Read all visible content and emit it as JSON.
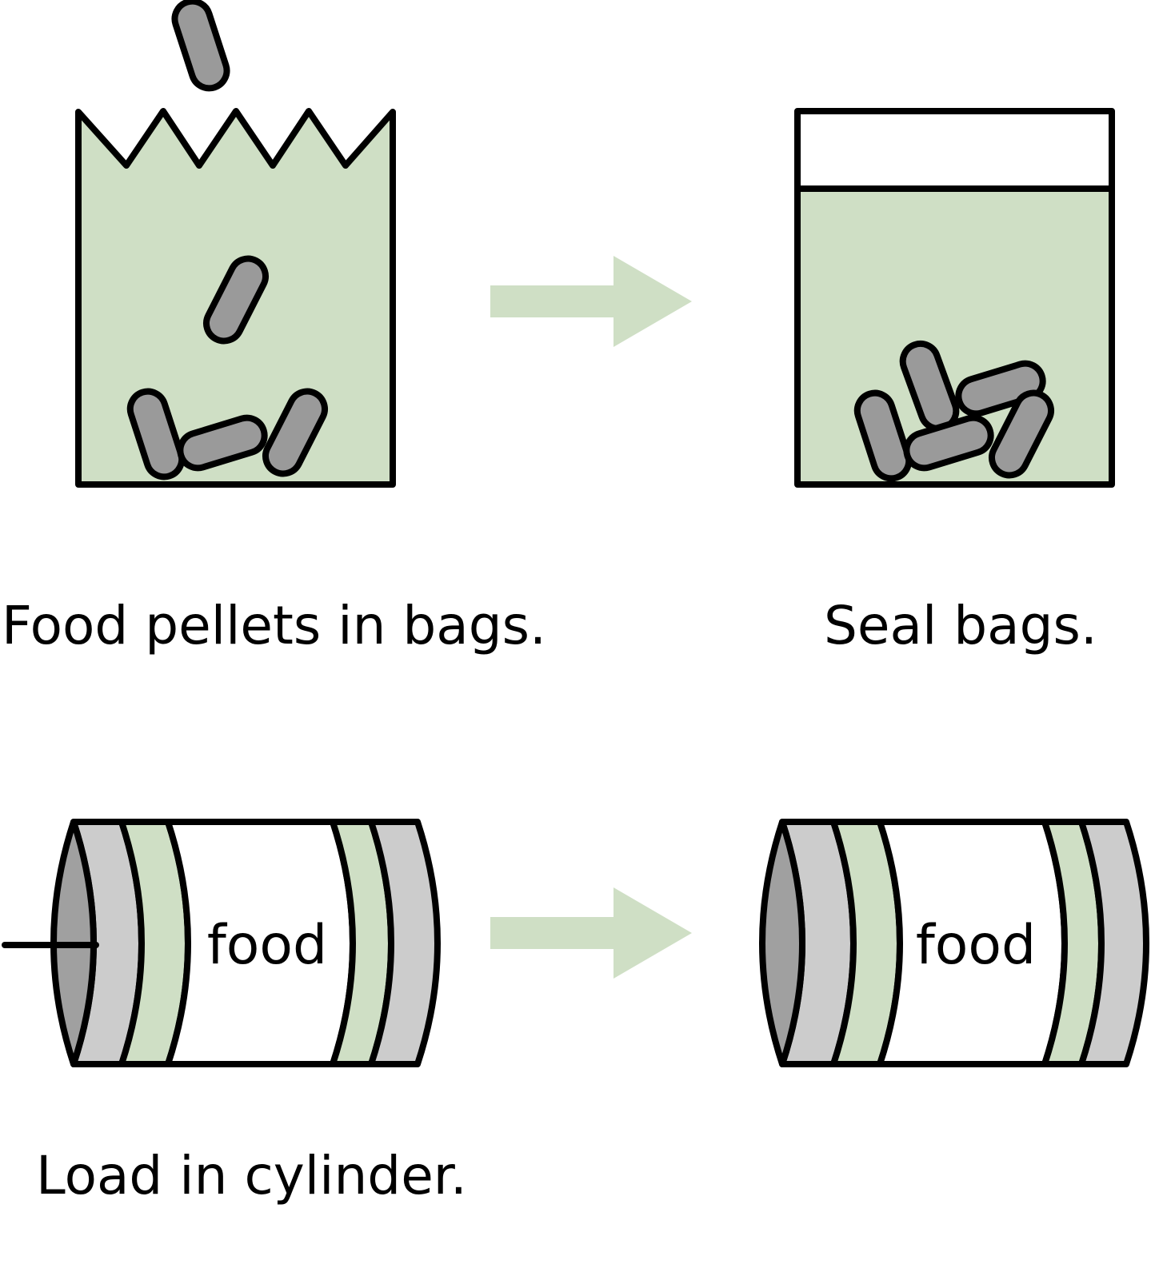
{
  "captions": {
    "pellets_in_bags": "Food pellets in bags.",
    "seal_bags": "Seal bags.",
    "load_in_cylinder": "Load in cylinder."
  },
  "cylinders": {
    "left_label": "food",
    "right_label": "food"
  },
  "colors": {
    "bag_fill": "#cfdfc5",
    "pellet_fill": "#9a9a9a",
    "cylinder_band_gray": "#cccccc",
    "cylinder_end_dark": "#a0a0a0",
    "arrow": "#cfdfc5",
    "outline": "#000000"
  }
}
